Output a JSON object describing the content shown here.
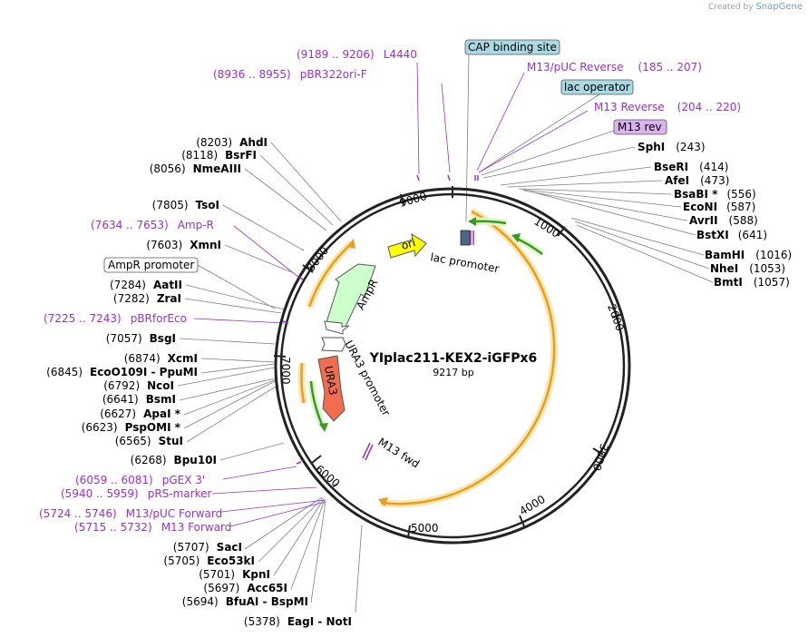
{
  "credit": {
    "prefix": "Created by",
    "brand": "SnapGene"
  },
  "plasmid": {
    "name": "YIplac211-KEX2-iGFPx6",
    "length_label": "9217 bp"
  },
  "tick_labels": [
    "1000",
    "2000",
    "3000",
    "4000",
    "5000",
    "6000",
    "7000",
    "8000",
    "9000"
  ],
  "boxed_labels": [
    {
      "text": "CAP binding site",
      "style": "teal"
    },
    {
      "text": "lac operator",
      "style": "teal"
    },
    {
      "text": "M13 rev",
      "style": "purple"
    },
    {
      "text": "AmpR promoter",
      "style": "white"
    }
  ],
  "primer_labels": [
    {
      "pos": "(9189 .. 9206)",
      "name": "L4440"
    },
    {
      "pos": "(8936 .. 8955)",
      "name": "pBR322ori-F"
    },
    {
      "name": "M13/pUC Reverse",
      "pos": "(185 .. 207)"
    },
    {
      "name": "M13 Reverse",
      "pos": "(204 .. 220)"
    },
    {
      "pos": "(7634 .. 7653)",
      "name": "Amp-R"
    },
    {
      "pos": "(7225 .. 7243)",
      "name": "pBRforEco"
    },
    {
      "pos": "(6059 .. 6081)",
      "name": "pGEX 3'"
    },
    {
      "pos": "(5940 .. 5959)",
      "name": "pRS-marker"
    },
    {
      "pos": "(5724 .. 5746)",
      "name": "M13/pUC Forward"
    },
    {
      "pos": "(5715 .. 5732)",
      "name": "M13 Forward"
    }
  ],
  "sites_right": [
    {
      "name": "SphI",
      "pos": "(243)"
    },
    {
      "name": "BseRI",
      "pos": "(414)"
    },
    {
      "name": "AfeI",
      "pos": "(473)"
    },
    {
      "name": "BsaBI *",
      "pos": "(556)"
    },
    {
      "name": "EcoNI",
      "pos": "(587)"
    },
    {
      "name": "AvrII",
      "pos": "(588)"
    },
    {
      "name": "BstXI",
      "pos": "(641)"
    },
    {
      "name": "BamHI",
      "pos": "(1016)"
    },
    {
      "name": "NheI",
      "pos": "(1053)"
    },
    {
      "name": "BmtI",
      "pos": "(1057)"
    }
  ],
  "sites_left": [
    {
      "pos": "(8203)",
      "name": "AhdI"
    },
    {
      "pos": "(8118)",
      "name": "BsrFI"
    },
    {
      "pos": "(8056)",
      "name": "NmeAIII"
    },
    {
      "pos": "(7805)",
      "name": "TsoI"
    },
    {
      "pos": "(7603)",
      "name": "XmnI"
    },
    {
      "pos": "(7284)",
      "name": "AatII"
    },
    {
      "pos": "(7282)",
      "name": "ZraI"
    },
    {
      "pos": "(7057)",
      "name": "BsgI"
    },
    {
      "pos": "(6874)",
      "name": "XcmI"
    },
    {
      "pos": "(6845)",
      "name": "EcoO109I - PpuMI"
    },
    {
      "pos": "(6792)",
      "name": "NcoI"
    },
    {
      "pos": "(6641)",
      "name": "BsmI"
    },
    {
      "pos": "(6627)",
      "name": "ApaI *"
    },
    {
      "pos": "(6623)",
      "name": "PspOMI *"
    },
    {
      "pos": "(6565)",
      "name": "StuI"
    },
    {
      "pos": "(6268)",
      "name": "Bpu10I"
    },
    {
      "pos": "(5707)",
      "name": "SacI"
    },
    {
      "pos": "(5705)",
      "name": "Eco53kI"
    },
    {
      "pos": "(5701)",
      "name": "KpnI"
    },
    {
      "pos": "(5697)",
      "name": "Acc65I"
    },
    {
      "pos": "(5694)",
      "name": "BfuAI - BspMI"
    },
    {
      "pos": "(5378)",
      "name": "EagI - NotI"
    }
  ],
  "features": [
    {
      "name": "ori",
      "color": "#ffff00"
    },
    {
      "name": "AmpR",
      "color": "#ccffcc"
    },
    {
      "name": "URA3",
      "color": "#f26d4f"
    },
    {
      "name": "lac promoter"
    },
    {
      "name": "URA3 promoter"
    },
    {
      "name": "M13 fwd"
    }
  ],
  "colors": {
    "primer": "#9b30d0",
    "orf": "#e6a020",
    "green_arrow": "#3a9a20"
  }
}
